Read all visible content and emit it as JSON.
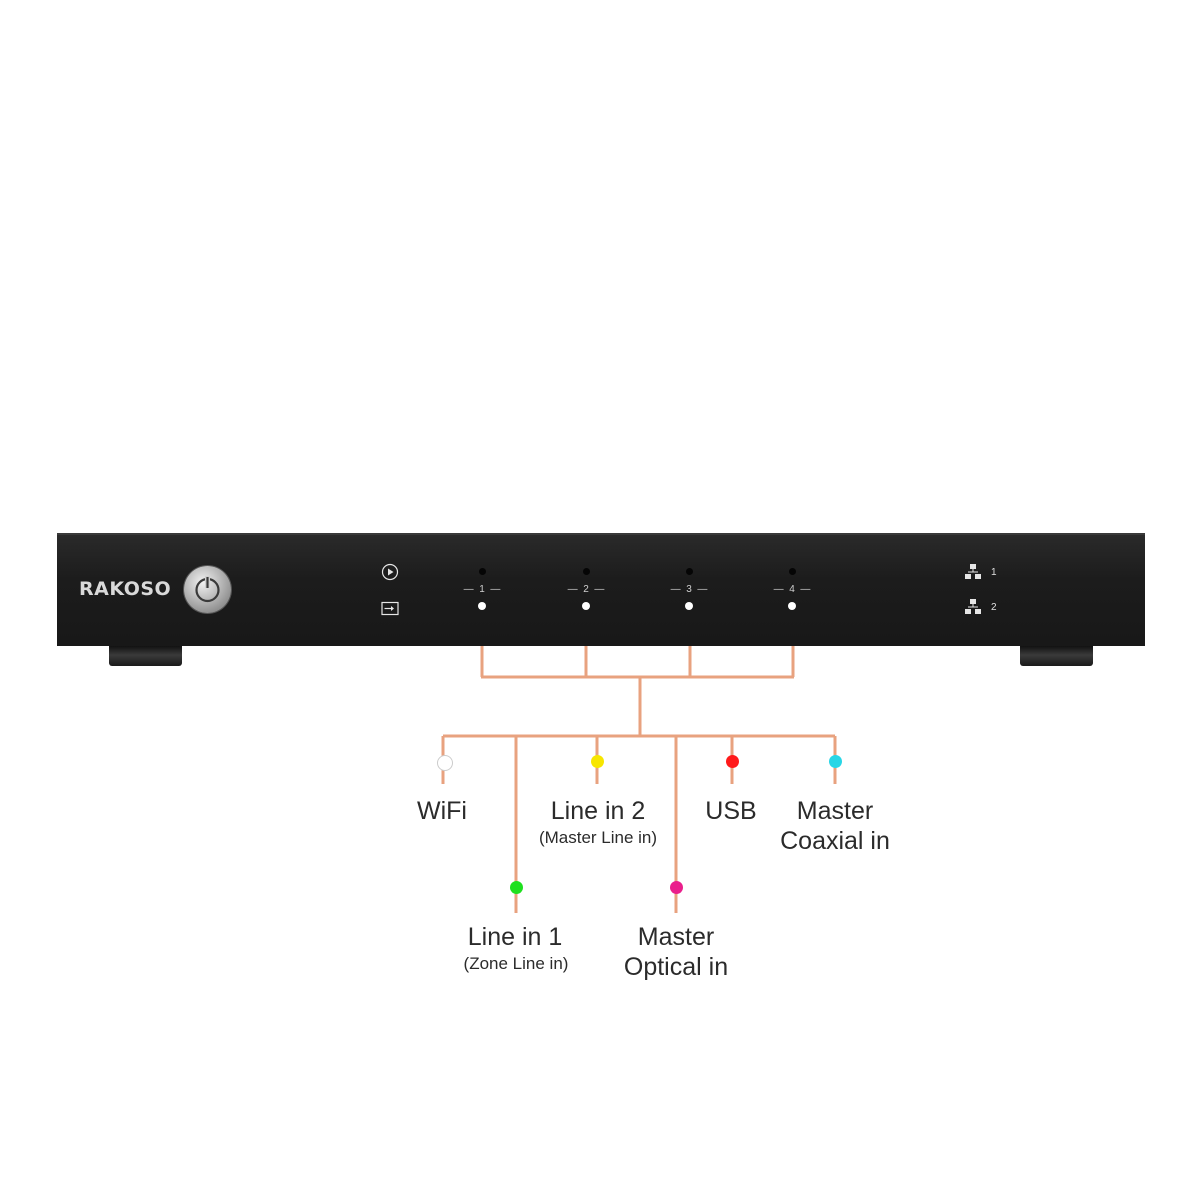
{
  "brand": "RAKOSO",
  "zones": [
    "1",
    "2",
    "3",
    "4"
  ],
  "network_ports": [
    "1",
    "2"
  ],
  "colors": {
    "connector": "#e8a27f",
    "wifi": "#ffffff",
    "line_in_2": "#f7e600",
    "usb": "#ff1a1a",
    "coaxial": "#28d6e6",
    "line_in_1": "#1fe01f",
    "optical": "#ea1f8c"
  },
  "sources": [
    {
      "name": "WiFi",
      "sub": ""
    },
    {
      "name": "Line in 2",
      "sub": "(Master Line in)"
    },
    {
      "name": "USB",
      "sub": ""
    },
    {
      "name": "Master",
      "sub": "Coaxial in"
    },
    {
      "name": "Line in 1",
      "sub": "(Zone Line in)"
    },
    {
      "name": "Master",
      "sub": "Optical in"
    }
  ],
  "icons": [
    "power-icon",
    "play-icon",
    "input-icon",
    "network-icon"
  ]
}
